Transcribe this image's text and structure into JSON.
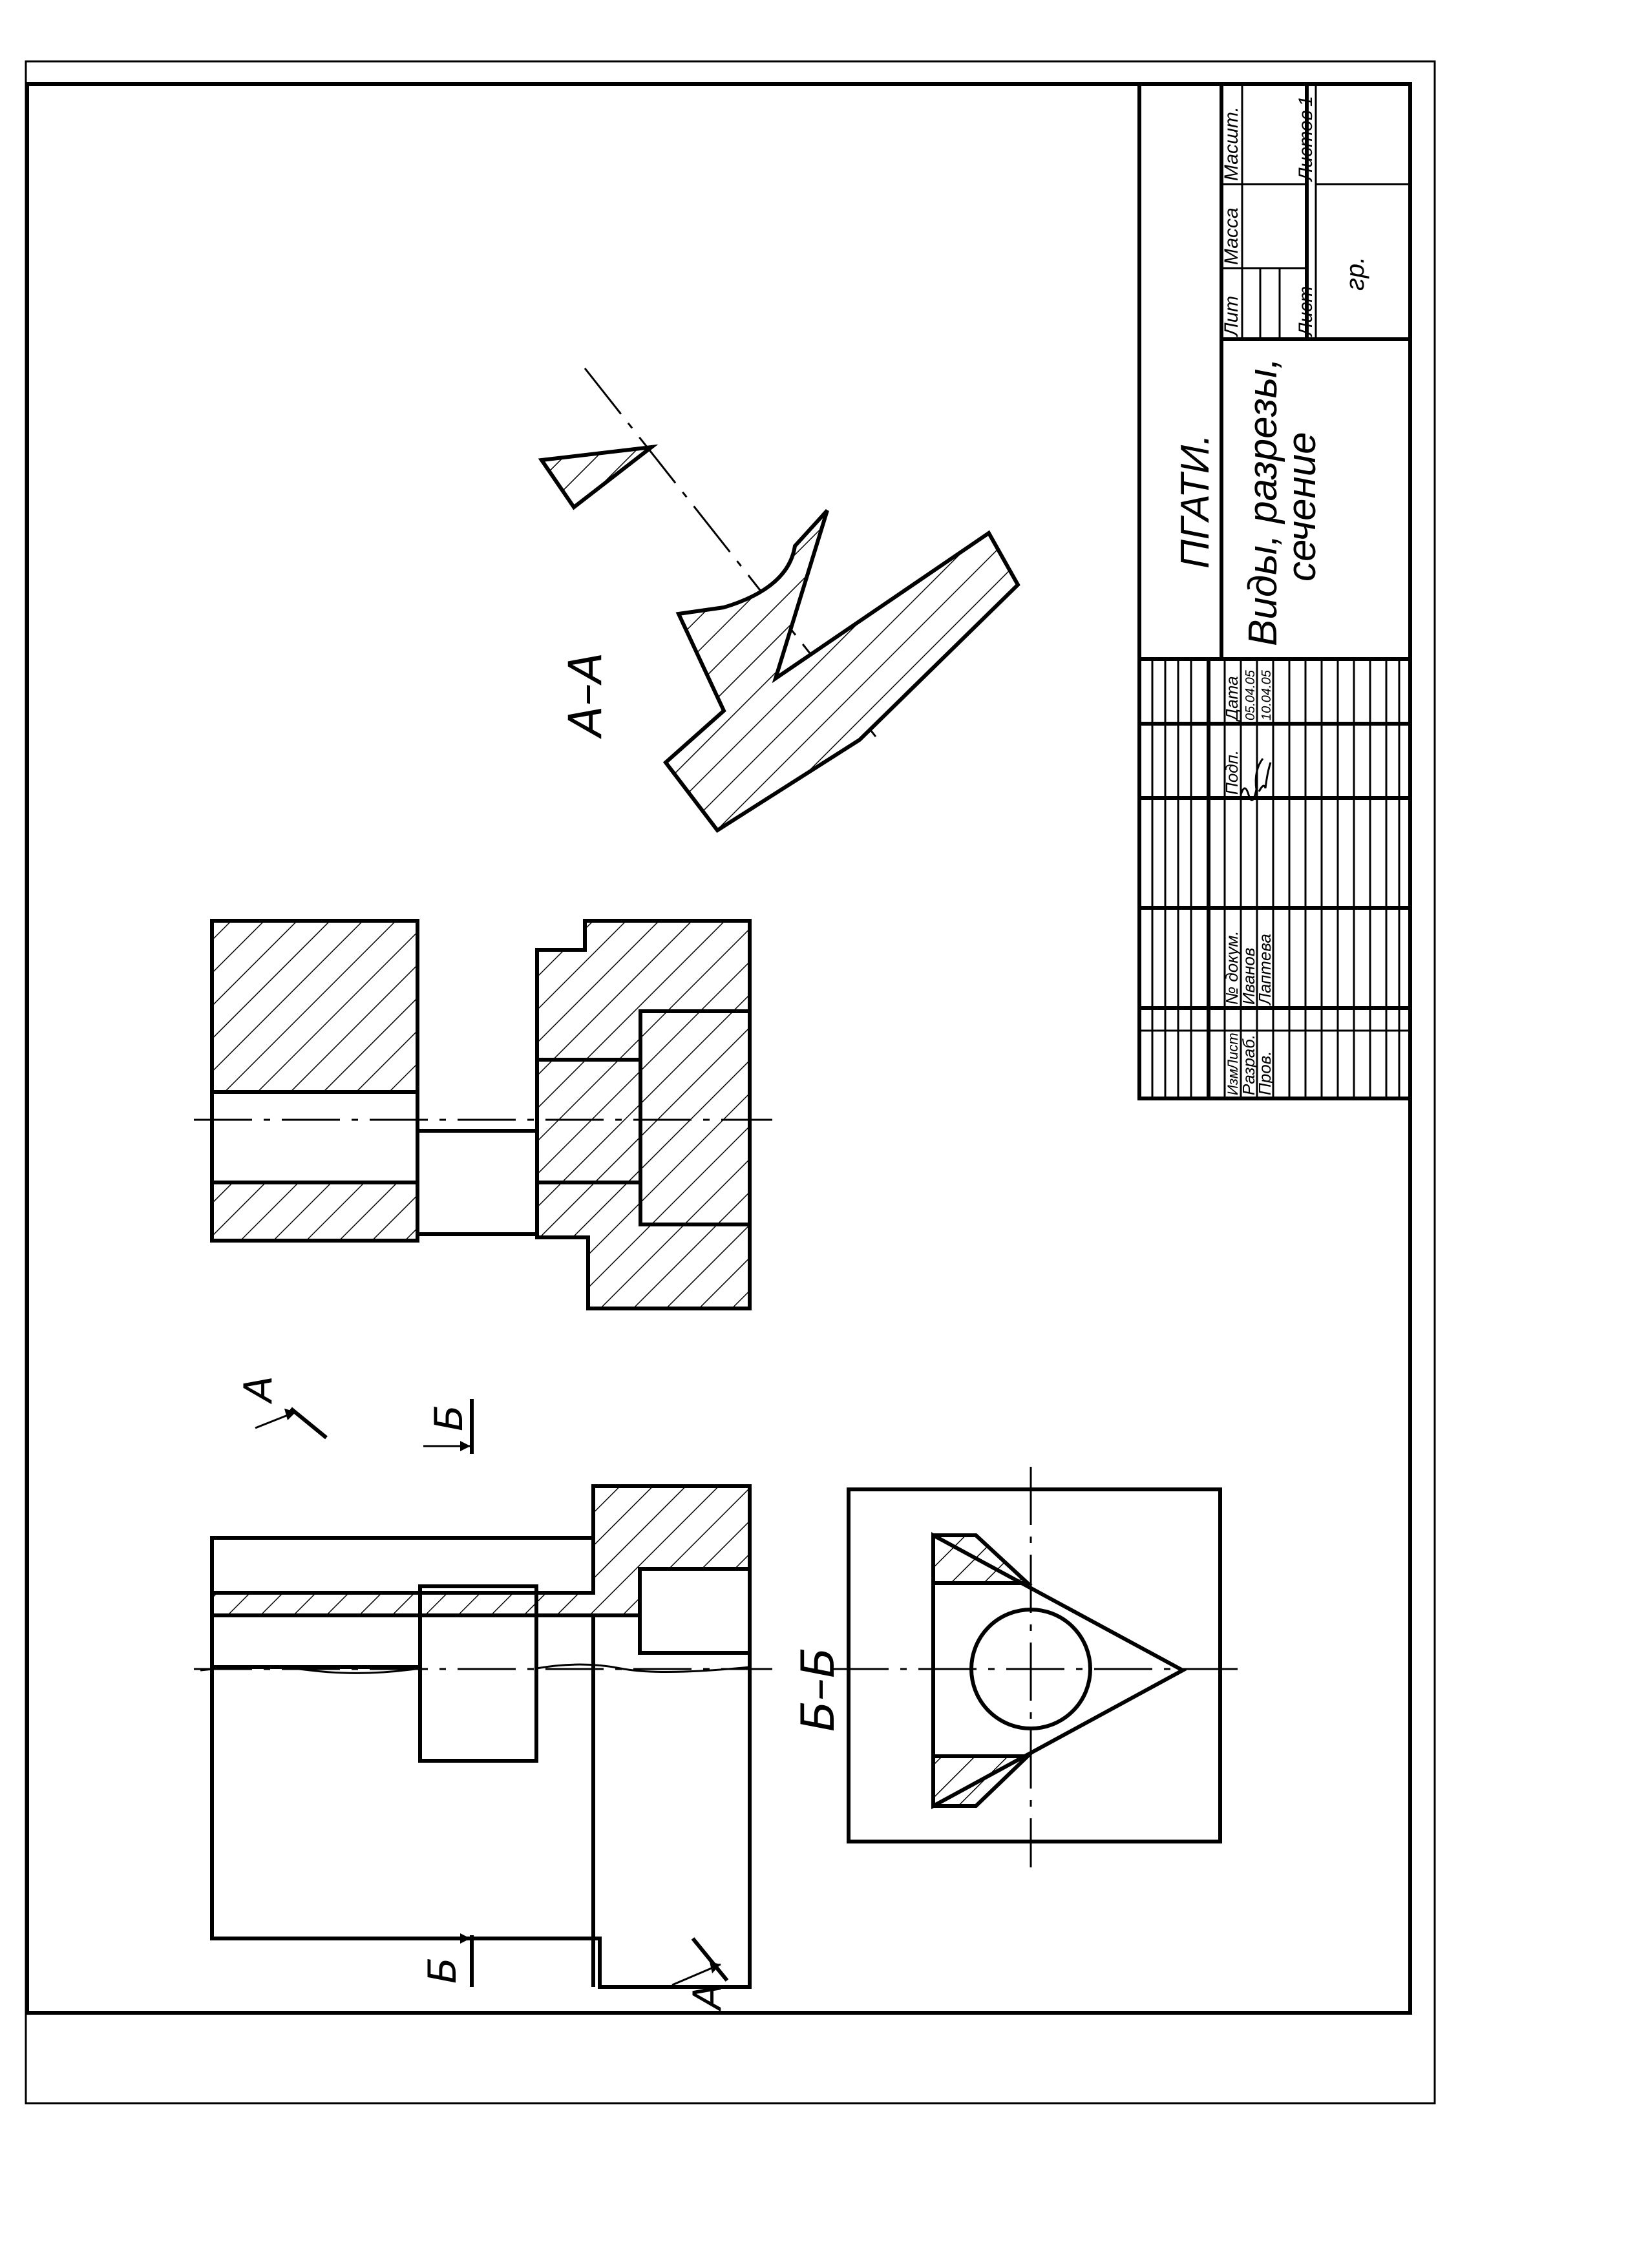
{
  "labels": {
    "section_aa": "A–A",
    "section_bb": "Б–Б",
    "cut_a": "A",
    "cut_b": "Б"
  },
  "title_block": {
    "organization": "ПГАТИ.",
    "drawing_title_line1": "Виды, разрезы,",
    "drawing_title_line2": "сечение",
    "headers": {
      "change": "Изм",
      "sheet": "Лист",
      "doc_no": "№ докум.",
      "signature": "Подп.",
      "date": "Дата"
    },
    "roles": {
      "developer": "Разраб.",
      "checker": "Пров."
    },
    "names": {
      "developer": "Иванов",
      "checker": "Лаптева"
    },
    "dates": {
      "developer": "05.04.05",
      "checker": "10.04.05"
    },
    "lit_label": "Лит",
    "mass_label": "Масса",
    "scale_label": "Масшт.",
    "sheet_label": "Лист",
    "sheets_label": "Листов",
    "sheets_count": "1",
    "group_label": "гр."
  }
}
